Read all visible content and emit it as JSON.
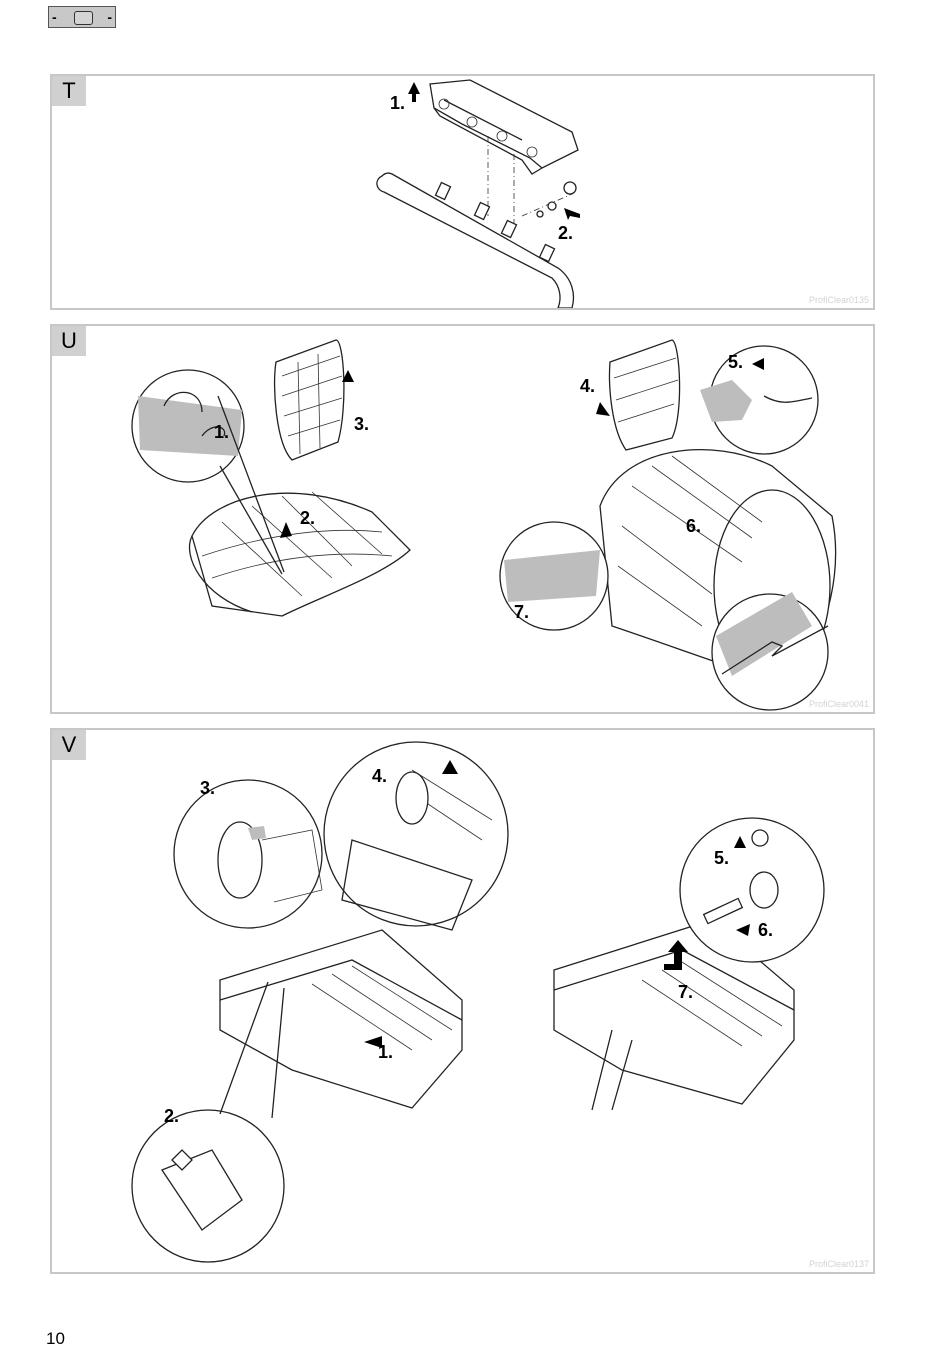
{
  "header_symbol": {
    "left": "-",
    "right": "-",
    "icon": "rounded-square-icon"
  },
  "panels": [
    {
      "letter": "T",
      "code": "ProfiClear0135",
      "steps": [
        "1.",
        "2."
      ]
    },
    {
      "letter": "U",
      "code": "ProfiClear0041",
      "steps": [
        "1.",
        "2.",
        "3.",
        "4.",
        "5.",
        "6.",
        "7."
      ]
    },
    {
      "letter": "V",
      "code": "ProfiClear0137",
      "steps": [
        "1.",
        "2.",
        "3.",
        "4.",
        "5.",
        "6.",
        "7."
      ]
    }
  ],
  "page_number": "10",
  "colors": {
    "panel_border": "#c7c7c7",
    "label_bg": "#d0d0d0",
    "detail_fill": "#bdbdbd"
  }
}
